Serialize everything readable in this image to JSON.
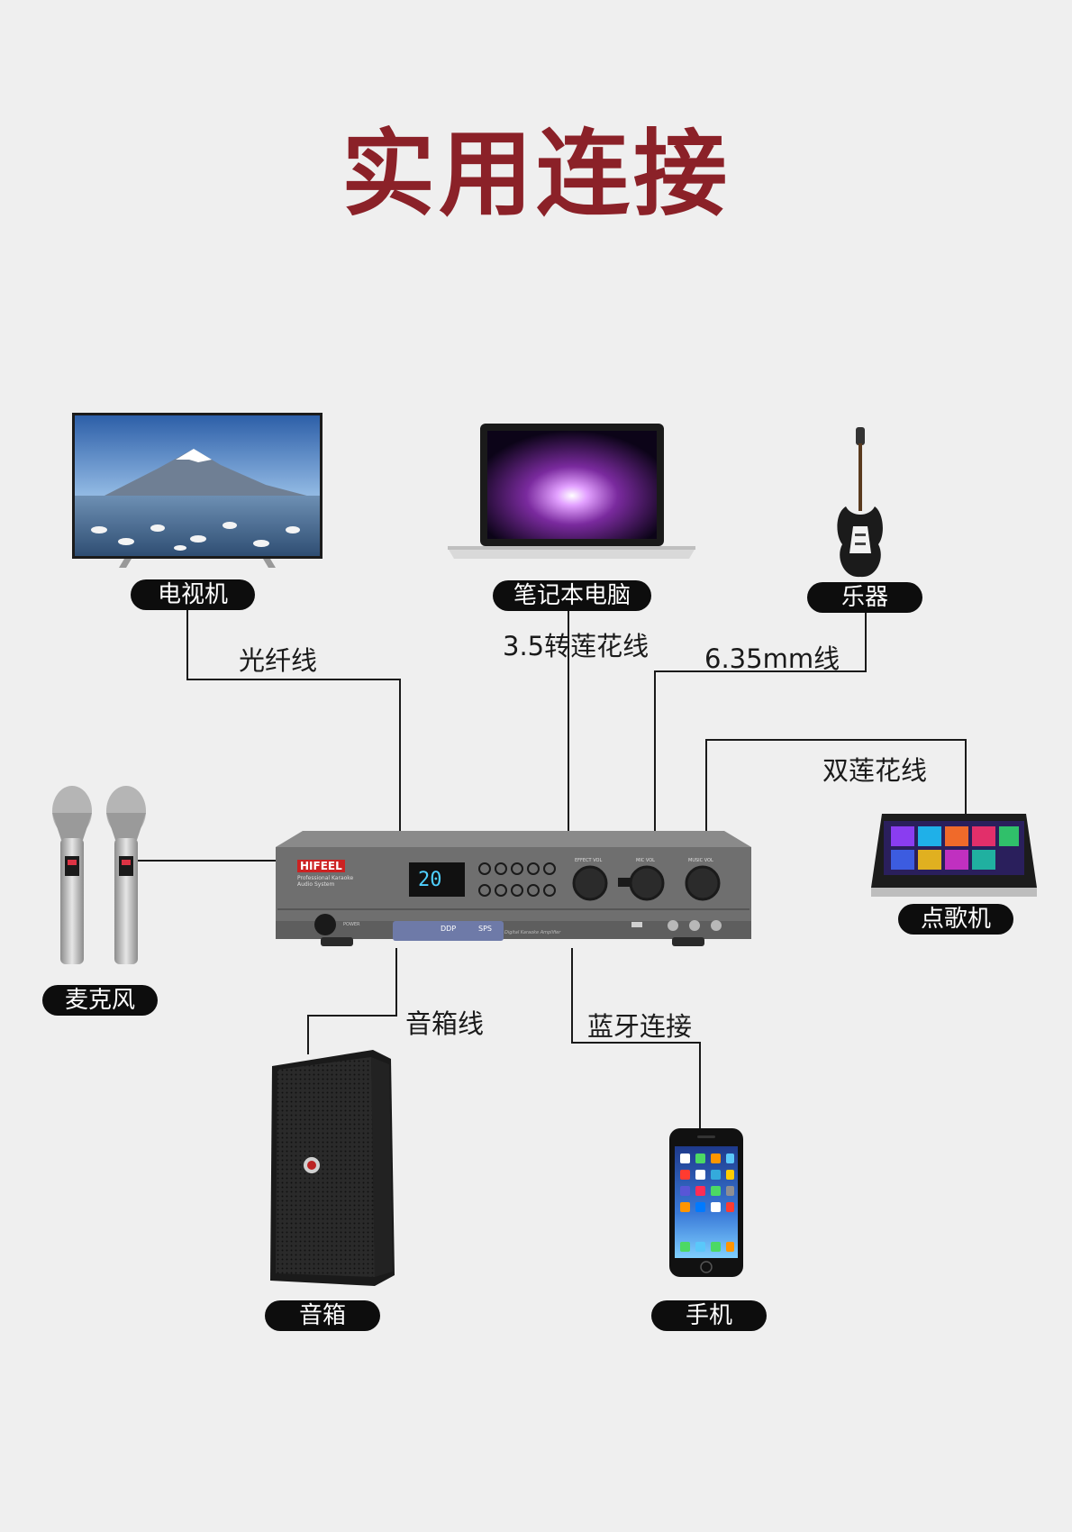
{
  "title": "实用连接",
  "devices": {
    "tv": "电视机",
    "laptop": "笔记本电脑",
    "instrument": "乐器",
    "microphone": "麦克风",
    "ktv": "点歌机",
    "speaker": "音箱",
    "phone": "手机"
  },
  "cables": {
    "fiber": "光纤线",
    "rca35": "3.5转莲花线",
    "jack635": "6.35mm线",
    "dual_rca": "双莲花线",
    "speaker_wire": "音箱线",
    "bluetooth": "蓝牙连接"
  },
  "amplifier": {
    "brand": "HIFEEL",
    "tagline": "Professional Karaoke Audio System",
    "display": "20",
    "knobs": [
      "EFFECT VOL",
      "MIC VOL",
      "MUSIC VOL"
    ],
    "badges": [
      "DDP",
      "SPS"
    ],
    "power_label": "POWER",
    "footer": "Digital Karaoke Amplifier"
  },
  "colors": {
    "title": "#8b2128",
    "pill_bg": "#0d0d0d",
    "line": "#1a1a1a"
  }
}
